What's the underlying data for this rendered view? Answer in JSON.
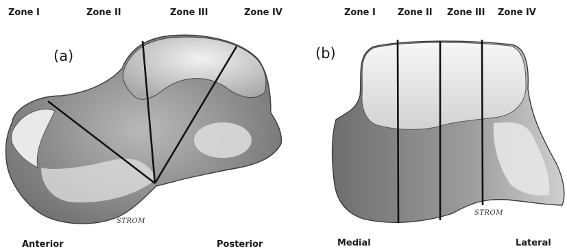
{
  "panel_a": {
    "letter": "(a)",
    "zones": [
      "Zone I",
      "Zone II",
      "Zone III",
      "Zone IV"
    ],
    "bottom_left": "Anterior",
    "bottom_right": "Posterior"
  },
  "panel_b": {
    "letter": "(b)",
    "zones": [
      "Zone I",
      "Zone II",
      "Zone III",
      "Zone IV"
    ],
    "bottom_left": "Medial",
    "bottom_right": "Lateral"
  },
  "signature": "STROM"
}
